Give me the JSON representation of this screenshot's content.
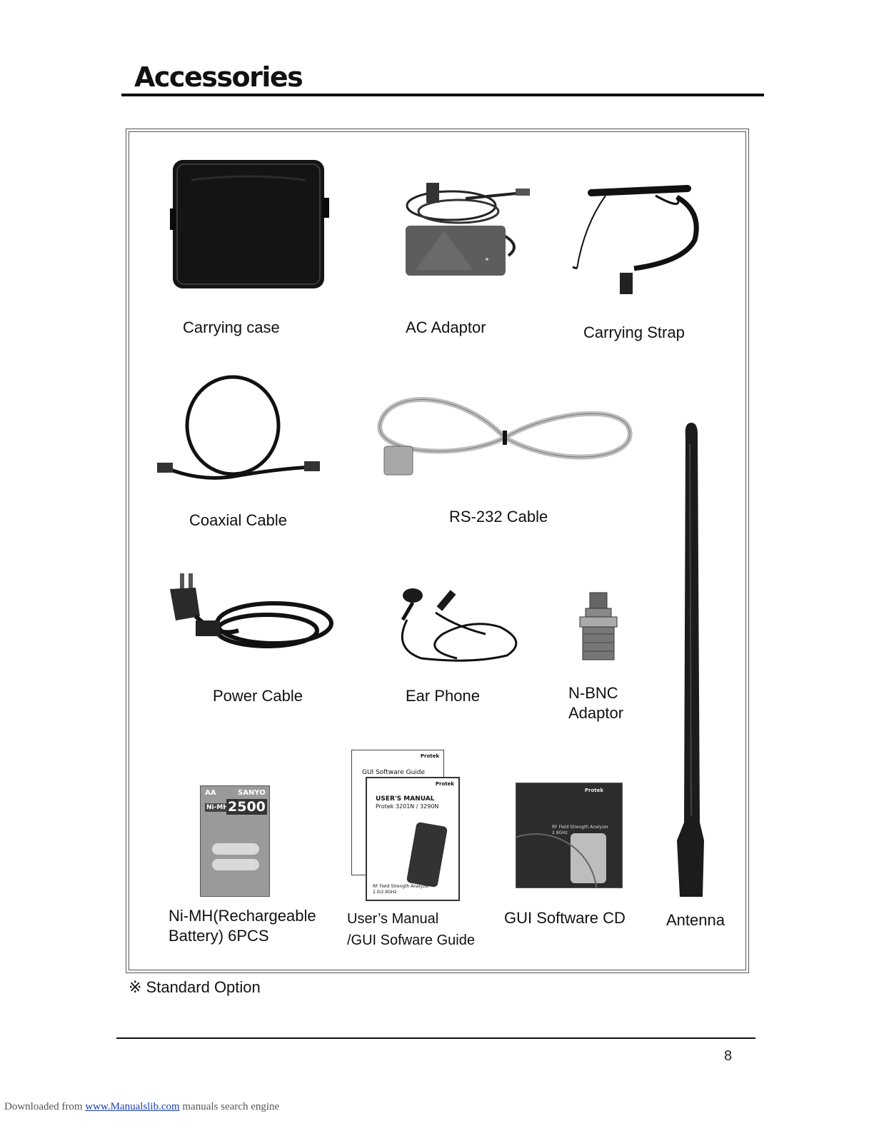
{
  "page": {
    "title": "Accessories",
    "page_number": "8"
  },
  "items": [
    {
      "label": "Carrying   case",
      "icon": "carrying-case-image"
    },
    {
      "label": "AC Adaptor",
      "icon": "ac-adaptor-image"
    },
    {
      "label": "Carrying Strap",
      "icon": "carrying-strap-image"
    },
    {
      "label": "Coaxial Cable",
      "icon": "coaxial-cable-image"
    },
    {
      "label": "RS-232 Cable",
      "icon": "rs232-cable-image"
    },
    {
      "label": "Power Cable",
      "icon": "power-cable-image"
    },
    {
      "label": "Ear Phone",
      "icon": "ear-phone-image"
    },
    {
      "label": "N-BNC\nAdaptor",
      "icon": "n-bnc-adaptor-image"
    },
    {
      "label": "Ni-MH(Rechargeable\nBattery) 6PCS",
      "icon": "battery-pack-image"
    },
    {
      "label": "User’s Manual\n/GUI Sofware Guide",
      "icon": "manual-image"
    },
    {
      "label": "GUI Software CD",
      "icon": "software-cd-image"
    },
    {
      "label": "Antenna",
      "icon": "antenna-image"
    }
  ],
  "photo_text": {
    "battery_brand": "SANYO",
    "battery_size": "AA",
    "battery_capacity": "2500",
    "battery_type": "Ni-MH",
    "guide_title": "GUI Software Guide",
    "manual_title": "USER'S MANUAL",
    "manual_model": "Protek 3201N / 3290N",
    "manual_subtitle": "RF Field Strength Analyzer 2.0/2.9GHz",
    "brand": "Protek",
    "cd_subtitle": "RF Field Strength Analyzer 2.9GHz"
  },
  "footnote": "※  Standard Option",
  "download": {
    "prefix": "Downloaded from ",
    "link_text": "www.Manualslib.com",
    "suffix": "  manuals search engine"
  }
}
